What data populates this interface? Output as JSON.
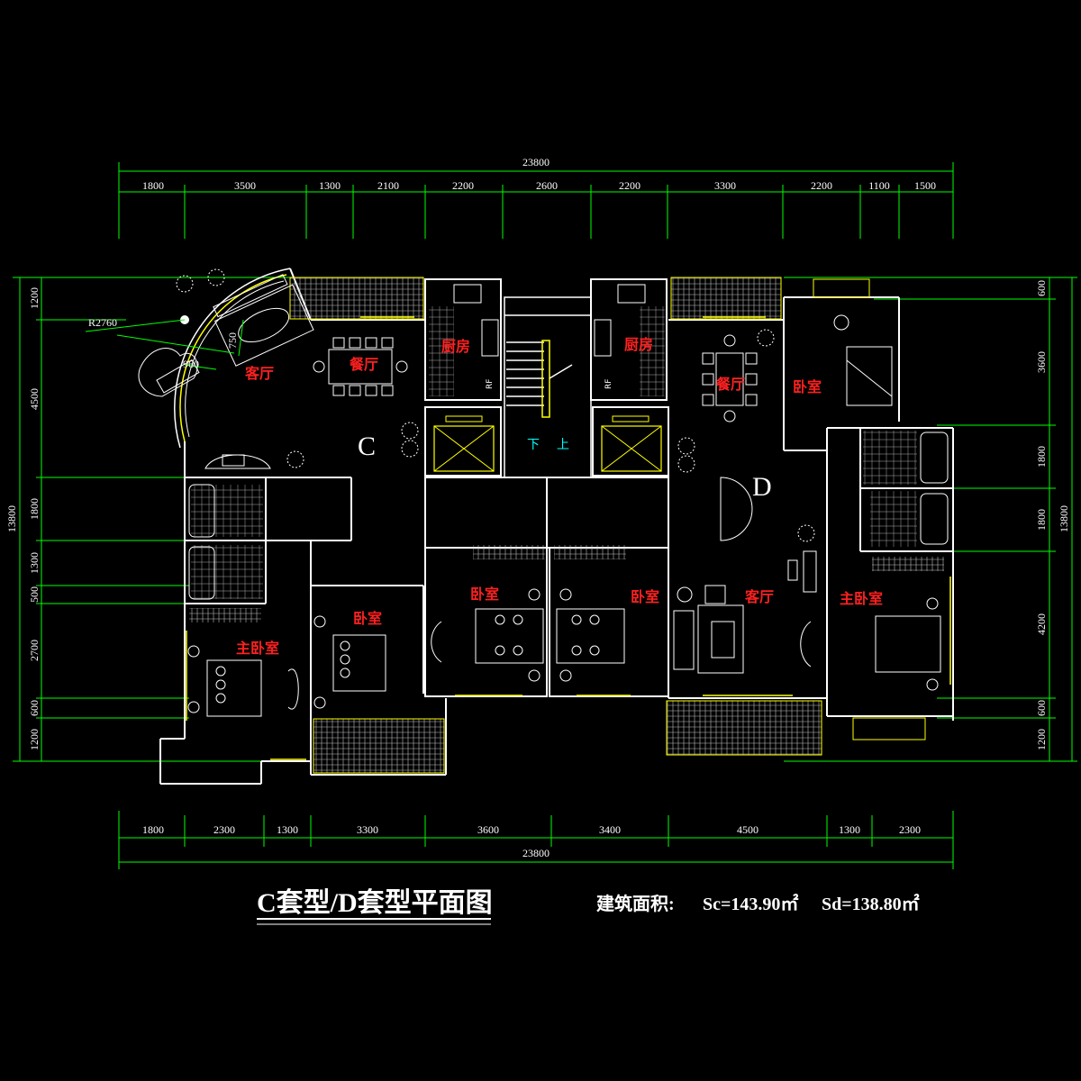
{
  "top_dims": {
    "total": "23800",
    "segments": [
      "1800",
      "3500",
      "1300",
      "2100",
      "2200",
      "2600",
      "2200",
      "3300",
      "2200",
      "1100",
      "1500"
    ]
  },
  "bottom_dims": {
    "total": "23800",
    "segments": [
      "1800",
      "2300",
      "1300",
      "3300",
      "3600",
      "3400",
      "4500",
      "1300",
      "2300"
    ]
  },
  "left_dims": {
    "total": "13800",
    "segments": [
      "1200",
      "4500",
      "1800",
      "1300",
      "500",
      "2700",
      "600",
      "1200"
    ]
  },
  "right_dims": {
    "total": "13800",
    "segments": [
      "600",
      "3600",
      "1800",
      "1800",
      "4200",
      "600",
      "1200"
    ]
  },
  "annotations": {
    "radius": "R2760",
    "d750": "750",
    "d960": "960"
  },
  "rooms": {
    "c_living": "客厅",
    "c_dining": "餐厅",
    "c_kitchen": "厨房",
    "c_bedroom": "卧室",
    "c_master": "主卧室",
    "mid_bedroom_l": "卧室",
    "mid_bedroom_r": "卧室",
    "d_kitchen": "厨房",
    "d_dining": "餐厅",
    "d_bedroom": "卧室",
    "d_living": "客厅",
    "d_master": "主卧室"
  },
  "units": {
    "c": "C",
    "d": "D"
  },
  "stair": {
    "down": "下",
    "up": "上"
  },
  "fridge": "RF",
  "title": "C套型/D套型平面图",
  "area_label": "建筑面积:",
  "area_c": "Sc=143.90㎡",
  "area_d": "Sd=138.80㎡",
  "colors": {
    "wall": "#ffffff",
    "window": "#ffff00",
    "dim_line": "#00ff00",
    "room_text": "#ff2020",
    "hatch": "#ffffff"
  }
}
